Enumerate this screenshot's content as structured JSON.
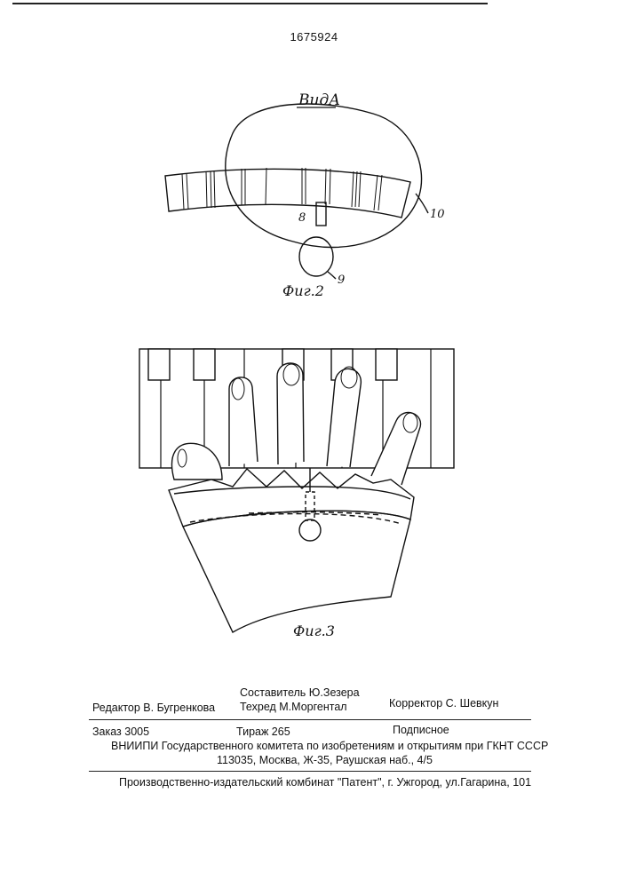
{
  "header": {
    "patent_number": "1675924"
  },
  "figure2": {
    "view_label": "ВидА",
    "caption": "Фиг.2",
    "callouts": {
      "eight": "8",
      "nine": "9",
      "ten": "10"
    }
  },
  "figure3": {
    "caption": "Фиг.3"
  },
  "colophon": {
    "composer": "Составитель  Ю.Зезера",
    "editor": "Редактор  В. Бугренкова",
    "techred": "Техред М.Моргентал",
    "corrector": "Корректор  С. Шевкун",
    "order": "Заказ  3005",
    "circulation": "Тираж 265",
    "subscription": "Подписное",
    "org_line": "ВНИИПИ Государственного комитета по изобретениям и открытиям при ГКНТ СССР",
    "address_line": "113035, Москва, Ж-35, Раушская наб., 4/5",
    "printer_line": "Производственно-издательский комбинат \"Патент\", г. Ужгород, ул.Гагарина, 101"
  }
}
